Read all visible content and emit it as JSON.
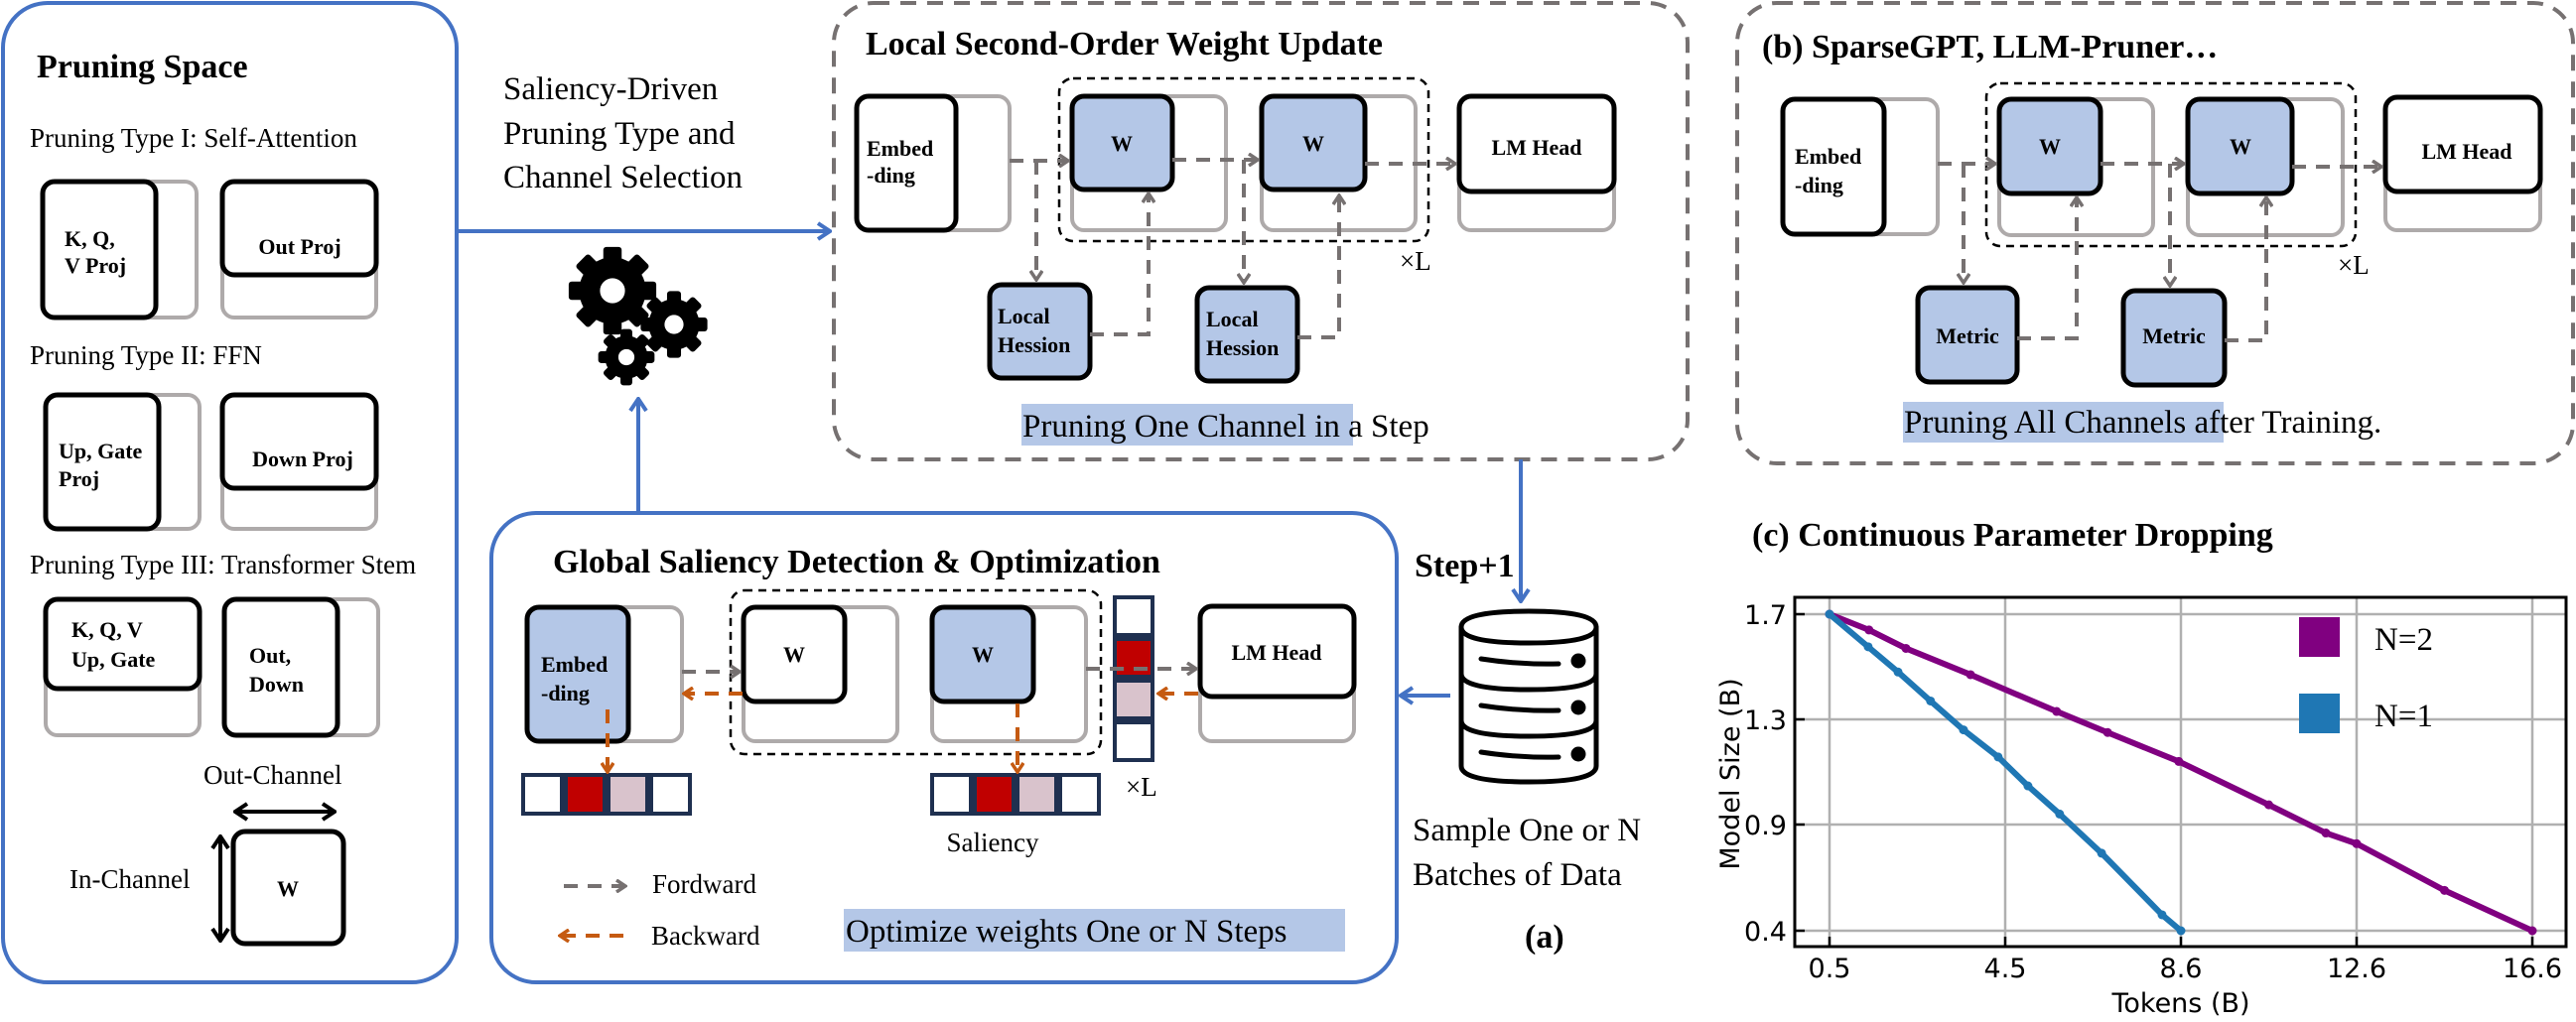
{
  "colors": {
    "accent_blue": "#4472C4",
    "box_fill": "#B4C7E7",
    "saliency_high": "#C00000",
    "saliency_mid": "#D9C3CC",
    "saliency_low": "#FFFFFF",
    "forward_arrow": "#767171",
    "backward_arrow": "#C55A11"
  },
  "pruning_space": {
    "title": "Pruning Space",
    "type1": {
      "label": "Pruning Type I: Self-Attention",
      "box_a": [
        "K, Q,",
        "V Proj"
      ],
      "box_b": "Out Proj"
    },
    "type2": {
      "label": "Pruning Type II: FFN",
      "box_a": [
        "Up, Gate",
        "Proj"
      ],
      "box_b": "Down Proj"
    },
    "type3": {
      "label": "Pruning Type III: Transformer Stem",
      "box_a": [
        "K, Q, V",
        "Up, Gate"
      ],
      "box_b": [
        "Out,",
        "Down"
      ]
    },
    "out_channel": "Out-Channel",
    "in_channel": "In-Channel",
    "weight": "W"
  },
  "selection_label": [
    "Saliency-Driven",
    "Pruning Type and",
    "Channel Selection"
  ],
  "gears_icon": "gears-icon",
  "local_update": {
    "title": "Local Second-Order Weight Update",
    "embedding": [
      "Embed",
      "-ding"
    ],
    "weight": "W",
    "lm_head": "LM Head",
    "hession": [
      "Local",
      "Hession"
    ],
    "repeat": "×L",
    "caption_highlight": "Pruning One Channel",
    "caption_rest": " in a Step"
  },
  "global_saliency": {
    "title": "Global Saliency Detection & Optimization",
    "embedding": [
      "Embed",
      "-ding"
    ],
    "weight": "W",
    "lm_head": "LM Head",
    "repeat": "×L",
    "saliency_label": "Saliency",
    "saliency_levels": [
      "low",
      "high",
      "mid",
      "low"
    ],
    "legend_forward": "Fordward",
    "legend_backward": "Backward",
    "caption_highlight": "Optimize weights One or N Steps"
  },
  "step_label": "Step+1",
  "database_icon": "database-icon",
  "data_label": [
    "Sample One or N",
    "Batches of Data"
  ],
  "panel_a_label": "(a)",
  "baselines": {
    "title": "(b) SparseGPT, LLM-Pruner…",
    "embedding": [
      "Embed",
      "-ding"
    ],
    "weight": "W",
    "lm_head": "LM Head",
    "metric": "Metric",
    "repeat": "×L",
    "caption_highlight": "Pruning All Channels",
    "caption_rest": " after Training."
  },
  "chart_data": {
    "type": "line",
    "title": "(c) Continuous Parameter Dropping",
    "xlabel": "Tokens (B)",
    "ylabel": "Model Size (B)",
    "x_ticks": [
      0.5,
      4.5,
      8.6,
      12.6,
      16.6
    ],
    "x_tick_labels": [
      "0.5",
      "4.5",
      "8.6",
      "12.6",
      "16.6"
    ],
    "y_ticks": [
      0.4,
      0.9,
      1.3,
      1.7
    ],
    "y_tick_labels": [
      "0.4",
      "0.9",
      "1.3",
      "1.7"
    ],
    "grid": true,
    "legend": "top-right",
    "series": [
      {
        "name": "N=2",
        "color": "#800080",
        "points": [
          [
            0.5,
            1.7
          ],
          [
            1.4,
            1.64
          ],
          [
            2.24,
            1.57
          ],
          [
            3.71,
            1.47
          ],
          [
            5.7,
            1.33
          ],
          [
            6.89,
            1.25
          ],
          [
            8.55,
            1.14
          ],
          [
            10.6,
            0.975
          ],
          [
            11.9,
            0.86
          ],
          [
            12.6,
            0.81
          ],
          [
            14.6,
            0.59
          ],
          [
            16.6,
            0.4
          ]
        ]
      },
      {
        "name": "N=1",
        "color": "#1F77B4",
        "points": [
          [
            0.5,
            1.7
          ],
          [
            1.38,
            1.576
          ],
          [
            2.06,
            1.48
          ],
          [
            2.8,
            1.37
          ],
          [
            3.55,
            1.26
          ],
          [
            4.34,
            1.157
          ],
          [
            5.03,
            1.047
          ],
          [
            5.77,
            0.94
          ],
          [
            6.75,
            0.765
          ],
          [
            8.16,
            0.475
          ],
          [
            8.6,
            0.4
          ]
        ]
      }
    ]
  }
}
